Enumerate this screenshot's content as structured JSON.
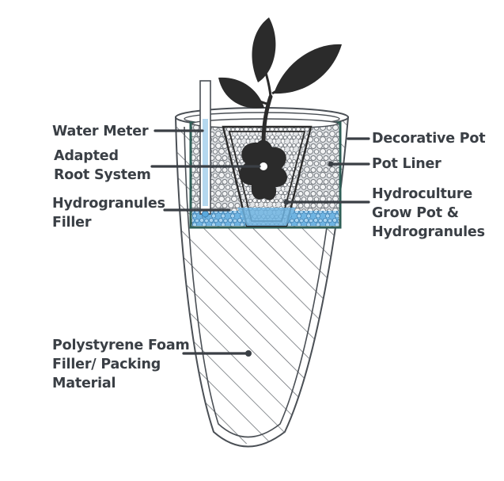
{
  "diagram": {
    "labels": {
      "water_meter": [
        "Water Meter"
      ],
      "adapted_root_system": [
        "Adapted",
        "Root System"
      ],
      "hydrogranules_filler": [
        "Hydrogranules",
        "Filler"
      ],
      "polystyrene_filler": [
        "Polystyrene Foam",
        "Filler/ Packing",
        "Material"
      ],
      "decorative_pot": [
        "Decorative Pot"
      ],
      "pot_liner": [
        "Pot Liner"
      ],
      "grow_pot": [
        "Hydroculture",
        "Grow Pot &",
        "Hydrogranules"
      ]
    },
    "colors": {
      "text": "#3a3f45",
      "outline": "#4a4f55",
      "liner": "#2f5f57",
      "water": "#5aa8dc",
      "granule_bg": "#d6d9dc",
      "plant": "#2b2b2b"
    }
  }
}
